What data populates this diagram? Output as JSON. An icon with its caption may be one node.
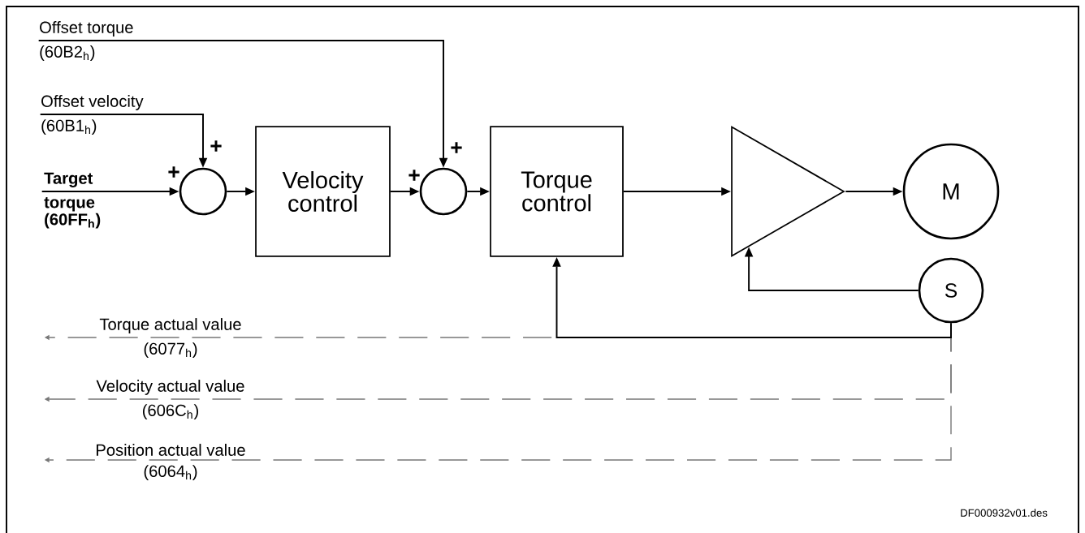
{
  "diagram": {
    "nodes": [
      {
        "text": [
          "Offset torque",
          "(60B2$_{h}$)"
        ]
      },
      {
        "text": [
          "Offset velocity",
          "(60B1$_{h}$)"
        ]
      },
      {
        "text": [
          "Target",
          "torque (60FF$_{h}$)"
        ]
      },
      {
        "text": [],
        "shape": "circle"
      },
      {
        "text": [
          "Velocity control"
        ]
      },
      {
        "text": [],
        "shape": "circle"
      },
      {
        "text": [
          "Torque control"
        ]
      },
      {
        "text": [],
        "shape": "triangle"
      },
      {
        "text": [
          "M"
        ]
      },
      {
        "text": [
          "S"
        ]
      },
      {
        "text": [
          "Torque actual value",
          "(6077$_{h}$)"
        ]
      },
      {
        "text": [
          "Velocity actual value",
          "(606C$_{h}$)"
        ]
      },
      {
        "text": [
          "Position actual value",
          "(6064$_{h}$)"
        ]
      }
    ],
    "edges": [
      {
        "from": 0,
        "to": 5,
        "arrow": "to"
      },
      {
        "from": 1,
        "to": 3,
        "arrow": "to"
      },
      {
        "from": 2,
        "to": 3,
        "arrow": "to"
      },
      {
        "from": 3,
        "to": 4,
        "arrow": "to"
      },
      {
        "from": 4,
        "to": 5,
        "arrow": "to"
      },
      {
        "from": 5,
        "to": 6,
        "arrow": "to"
      },
      {
        "from": 6,
        "to": 7,
        "arrow": "to"
      },
      {
        "from": 7,
        "to": 8,
        "arrow": "to"
      },
      {
        "from": 9,
        "to": 7,
        "arrow": "to"
      },
      {
        "from": 9,
        "to": 6,
        "arrow": "to"
      },
      {
        "from": 9,
        "to": 10,
        "arrow": "to",
        "style": "dashed",
        "color": "#777777"
      },
      {
        "from": 9,
        "to": 11,
        "arrow": "to",
        "style": "dashed",
        "color": "#777777"
      },
      {
        "from": 9,
        "to": 12,
        "arrow": "to",
        "style": "dashed",
        "color": "#777777"
      }
    ],
    "labels": [
      "+",
      "+",
      "+",
      "+",
      "DF000932v01.des"
    ]
  }
}
